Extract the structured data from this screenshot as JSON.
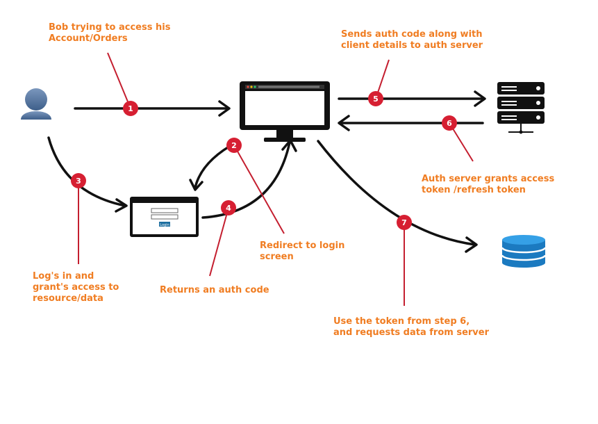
{
  "colors": {
    "caption": "#f07d22",
    "leader": "#c41e2f",
    "badge": "#d61f32",
    "arrow": "#111111",
    "user": "#4a6a94",
    "database": "#1b7ac0"
  },
  "icons": [
    "user-icon",
    "monitor-icon",
    "server-icon",
    "database-icon",
    "login-window-icon"
  ],
  "login_window": {
    "button_label": "Login"
  },
  "steps": [
    {
      "number": "1",
      "caption_lines": [
        "Bob trying to access his",
        "Account/Orders"
      ]
    },
    {
      "number": "2",
      "caption_lines": [
        "Redirect to login",
        "screen"
      ]
    },
    {
      "number": "3",
      "caption_lines": [
        "Log's in and",
        "grant's access to",
        "resource/data"
      ]
    },
    {
      "number": "4",
      "caption_lines": [
        "Returns an auth code"
      ]
    },
    {
      "number": "5",
      "caption_lines": [
        "Sends auth code along with",
        "client details to auth server"
      ]
    },
    {
      "number": "6",
      "caption_lines": [
        "Auth server grants access",
        "token /refresh token"
      ]
    },
    {
      "number": "7",
      "caption_lines": [
        "Use the token from step 6,",
        "and requests data from server"
      ]
    }
  ]
}
